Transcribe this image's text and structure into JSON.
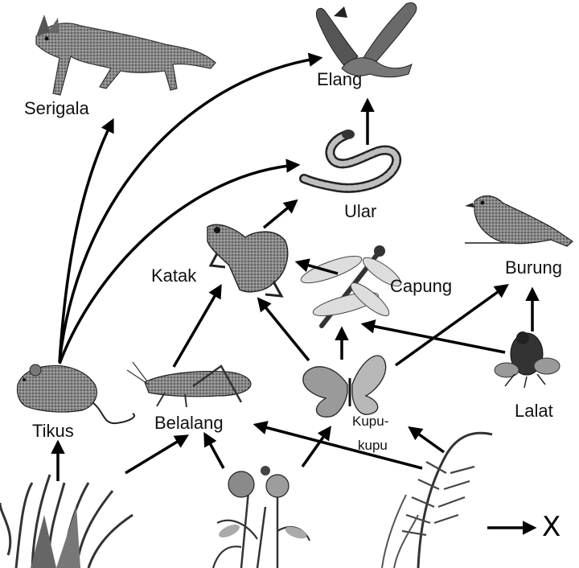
{
  "labels": {
    "elang": "Elang",
    "serigala": "Serigala",
    "ular": "Ular",
    "katak": "Katak",
    "capung": "Capung",
    "burung": "Burung",
    "tikus": "Tikus",
    "belalang": "Belalang",
    "kupu_line1": "Kupu-",
    "kupu_line2": "kupu",
    "lalat": "Lalat"
  },
  "legend": {
    "symbol": "X"
  },
  "organisms": [
    {
      "id": "serigala",
      "icon": "wolf-icon"
    },
    {
      "id": "elang",
      "icon": "eagle-icon"
    },
    {
      "id": "ular",
      "icon": "snake-icon"
    },
    {
      "id": "katak",
      "icon": "frog-icon"
    },
    {
      "id": "capung",
      "icon": "dragonfly-icon"
    },
    {
      "id": "burung",
      "icon": "bird-icon"
    },
    {
      "id": "tikus",
      "icon": "mouse-icon"
    },
    {
      "id": "belalang",
      "icon": "grasshopper-icon"
    },
    {
      "id": "kupu",
      "icon": "butterfly-icon"
    },
    {
      "id": "lalat",
      "icon": "fly-icon"
    },
    {
      "id": "rumput",
      "icon": "grass-icon"
    },
    {
      "id": "bunga",
      "icon": "flower-plant-icon"
    },
    {
      "id": "tanaman",
      "icon": "fern-plant-icon"
    }
  ],
  "arrows": [
    {
      "from": "tikus",
      "to": "serigala"
    },
    {
      "from": "tikus",
      "to": "elang"
    },
    {
      "from": "tikus",
      "to": "ular"
    },
    {
      "from": "ular",
      "to": "elang"
    },
    {
      "from": "katak",
      "to": "ular"
    },
    {
      "from": "capung",
      "to": "katak"
    },
    {
      "from": "belalang",
      "to": "katak"
    },
    {
      "from": "kupu",
      "to": "katak"
    },
    {
      "from": "kupu",
      "to": "capung"
    },
    {
      "from": "kupu",
      "to": "burung"
    },
    {
      "from": "lalat",
      "to": "capung"
    },
    {
      "from": "lalat",
      "to": "burung"
    },
    {
      "from": "rumput",
      "to": "tikus"
    },
    {
      "from": "rumput",
      "to": "belalang"
    },
    {
      "from": "bunga",
      "to": "belalang"
    },
    {
      "from": "bunga",
      "to": "kupu"
    },
    {
      "from": "tanaman",
      "to": "belalang"
    },
    {
      "from": "tanaman",
      "to": "kupu"
    }
  ]
}
